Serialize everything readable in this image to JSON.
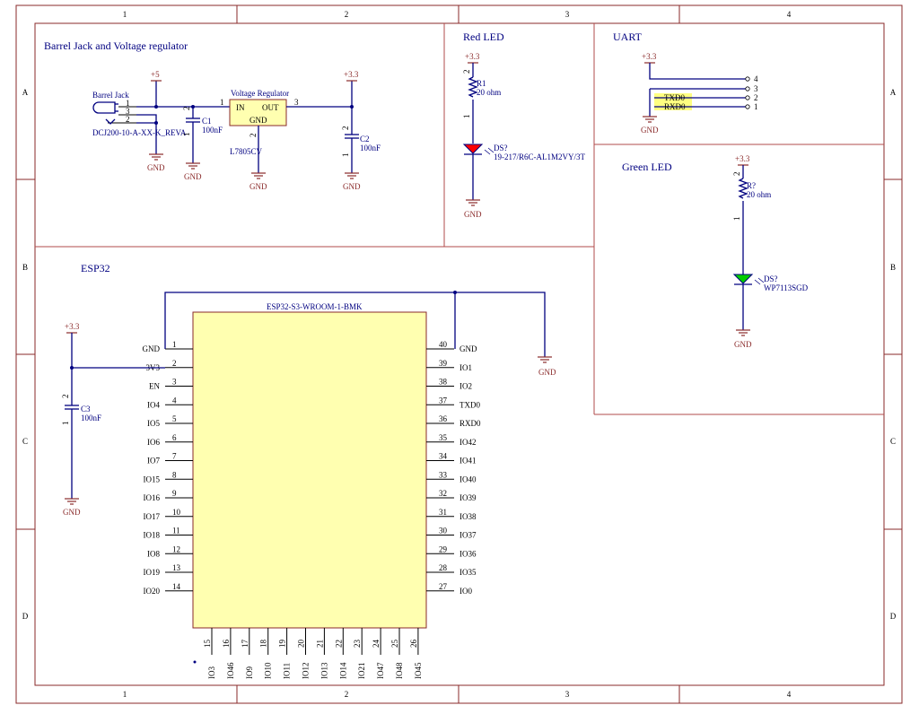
{
  "zones": {
    "columns": [
      "1",
      "2",
      "3",
      "4"
    ],
    "rows": [
      "A",
      "B",
      "C",
      "D"
    ]
  },
  "sections": {
    "barrel_jack": "Barrel Jack and Voltage regulator",
    "red_led": "Red LED",
    "uart": "UART",
    "green_led": "Green LED",
    "esp32": "ESP32"
  },
  "power": {
    "plus5": "+5",
    "plus3v3": "+3.3",
    "gnd": "GND"
  },
  "barrel_jack": {
    "label": "Barrel Jack",
    "part": "DCJ200-10-A-XX-K_REVA",
    "pins": [
      "1",
      "3",
      "2"
    ]
  },
  "regulator": {
    "title": "Voltage Regulator",
    "part": "L7805CV",
    "in_label": "IN",
    "out_label": "OUT",
    "gnd_label": "GND",
    "pin_in": "1",
    "pin_out": "3",
    "pin_gnd": "2"
  },
  "capacitors": {
    "c1": {
      "ref": "C1",
      "value": "100nF",
      "pin_top": "2",
      "pin_bottom": "1"
    },
    "c2": {
      "ref": "C2",
      "value": "100nF",
      "pin_top": "2",
      "pin_bottom": "1"
    },
    "c3": {
      "ref": "C3",
      "value": "100nF",
      "pin_top": "2",
      "pin_bottom": "1"
    }
  },
  "red_led": {
    "resistor_ref": "R1",
    "resistor_value": "20 ohm",
    "pin_top": "2",
    "pin_bottom": "1",
    "led_ref": "DS?",
    "led_part": "19-217/R6C-AL1M2VY/3T",
    "color": "#ff0000"
  },
  "green_led": {
    "resistor_ref": "R?",
    "resistor_value": "20 ohm",
    "pin_top": "2",
    "pin_bottom": "1",
    "led_ref": "DS?",
    "led_part": "WP7113SGD",
    "color": "#00cc00"
  },
  "uart": {
    "pins": [
      "4",
      "3",
      "2",
      "1"
    ],
    "nets": [
      "TXD0",
      "RXD0"
    ],
    "highlight": "#ffff80"
  },
  "esp32": {
    "part": "ESP32-S3-WROOM-1-BMK",
    "body_color": "#ffffb0",
    "left_pins": [
      {
        "num": "1",
        "name": "GND"
      },
      {
        "num": "2",
        "name": "3V3"
      },
      {
        "num": "3",
        "name": "EN"
      },
      {
        "num": "4",
        "name": "IO4"
      },
      {
        "num": "5",
        "name": "IO5"
      },
      {
        "num": "6",
        "name": "IO6"
      },
      {
        "num": "7",
        "name": "IO7"
      },
      {
        "num": "8",
        "name": "IO15"
      },
      {
        "num": "9",
        "name": "IO16"
      },
      {
        "num": "10",
        "name": "IO17"
      },
      {
        "num": "11",
        "name": "IO18"
      },
      {
        "num": "12",
        "name": "IO8"
      },
      {
        "num": "13",
        "name": "IO19"
      },
      {
        "num": "14",
        "name": "IO20"
      }
    ],
    "right_pins": [
      {
        "num": "40",
        "name": "GND"
      },
      {
        "num": "39",
        "name": "IO1"
      },
      {
        "num": "38",
        "name": "IO2"
      },
      {
        "num": "37",
        "name": "TXD0"
      },
      {
        "num": "36",
        "name": "RXD0"
      },
      {
        "num": "35",
        "name": "IO42"
      },
      {
        "num": "34",
        "name": "IO41"
      },
      {
        "num": "33",
        "name": "IO40"
      },
      {
        "num": "32",
        "name": "IO39"
      },
      {
        "num": "31",
        "name": "IO38"
      },
      {
        "num": "30",
        "name": "IO37"
      },
      {
        "num": "29",
        "name": "IO36"
      },
      {
        "num": "28",
        "name": "IO35"
      },
      {
        "num": "27",
        "name": "IO0"
      }
    ],
    "bottom_pins": [
      {
        "num": "15",
        "name": "IO3"
      },
      {
        "num": "16",
        "name": "IO46"
      },
      {
        "num": "17",
        "name": "IO9"
      },
      {
        "num": "18",
        "name": "IO10"
      },
      {
        "num": "19",
        "name": "IO11"
      },
      {
        "num": "20",
        "name": "IO12"
      },
      {
        "num": "21",
        "name": "IO13"
      },
      {
        "num": "22",
        "name": "IO14"
      },
      {
        "num": "23",
        "name": "IO21"
      },
      {
        "num": "24",
        "name": "IO47"
      },
      {
        "num": "25",
        "name": "IO48"
      },
      {
        "num": "26",
        "name": "IO45"
      }
    ]
  }
}
